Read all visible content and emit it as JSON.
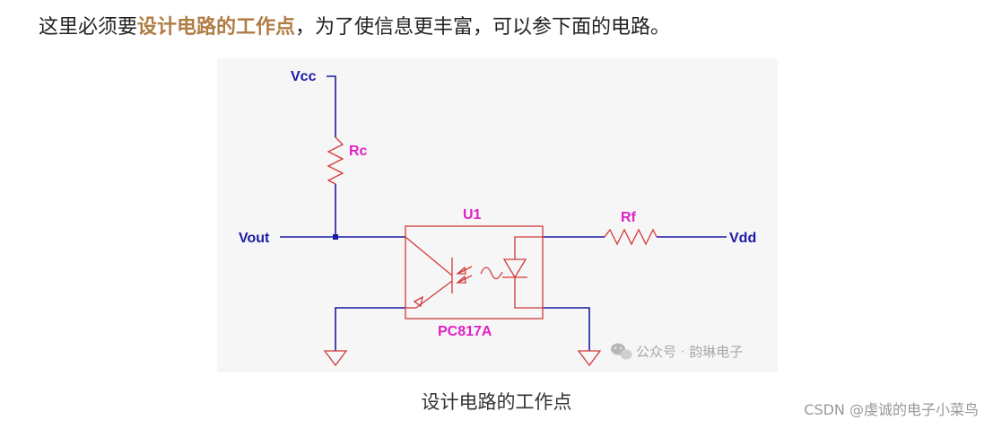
{
  "article": {
    "intro_before": "这里必须要",
    "intro_highlight": "设计电路的工作点",
    "intro_after": "，为了使信息更丰富，可以参下面的电路。",
    "caption": "设计电路的工作点",
    "csdn_watermark": "CSDN @虔诚的电子小菜鸟"
  },
  "diagram": {
    "labels": {
      "vcc": "Vcc",
      "rc": "Rc",
      "vout": "Vout",
      "u1": "U1",
      "part": "PC817A",
      "rf": "Rf",
      "vdd": "Vdd"
    },
    "watermark": "公众号 · 韵琳电子"
  },
  "colors": {
    "wire": "#1a1aa6",
    "component": "#d23a3a",
    "label_blue": "#1a1aa6",
    "label_magenta": "#e020c8",
    "highlight_text": "#b07d45"
  },
  "icons": {
    "wechat": "wechat-icon",
    "ground": "ground-icon",
    "resistor": "resistor-icon",
    "led": "led-icon",
    "phototransistor": "phototransistor-icon",
    "junction": "junction-dot-icon"
  }
}
